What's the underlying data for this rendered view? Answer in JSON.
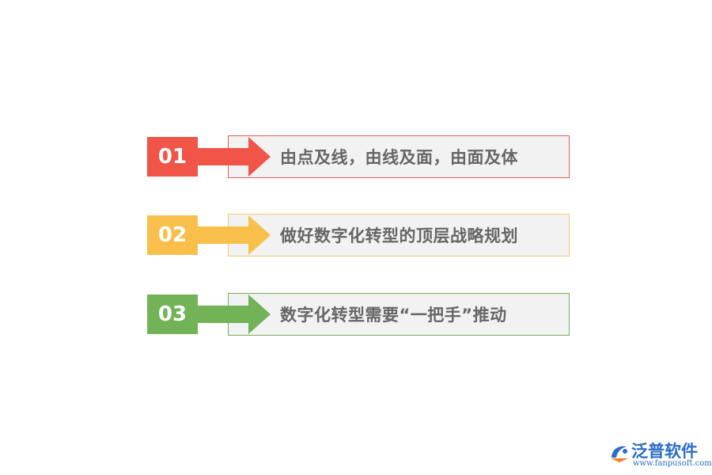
{
  "items": [
    {
      "number": "01",
      "text": "由点及线，由线及面，由面及体",
      "color": "#f05548",
      "border": "#e0605a"
    },
    {
      "number": "02",
      "text": "做好数字化转型的顶层战略规划",
      "color": "#f8c04a",
      "border": "#f5c870"
    },
    {
      "number": "03",
      "text": "数字化转型需要“一把手”推动",
      "color": "#72b357",
      "border": "#78ad5e"
    }
  ],
  "logo": {
    "name": "泛普软件",
    "url": "www.fanpusoft.com",
    "color": "#2b6cc4",
    "accent": "#f07c2a"
  }
}
